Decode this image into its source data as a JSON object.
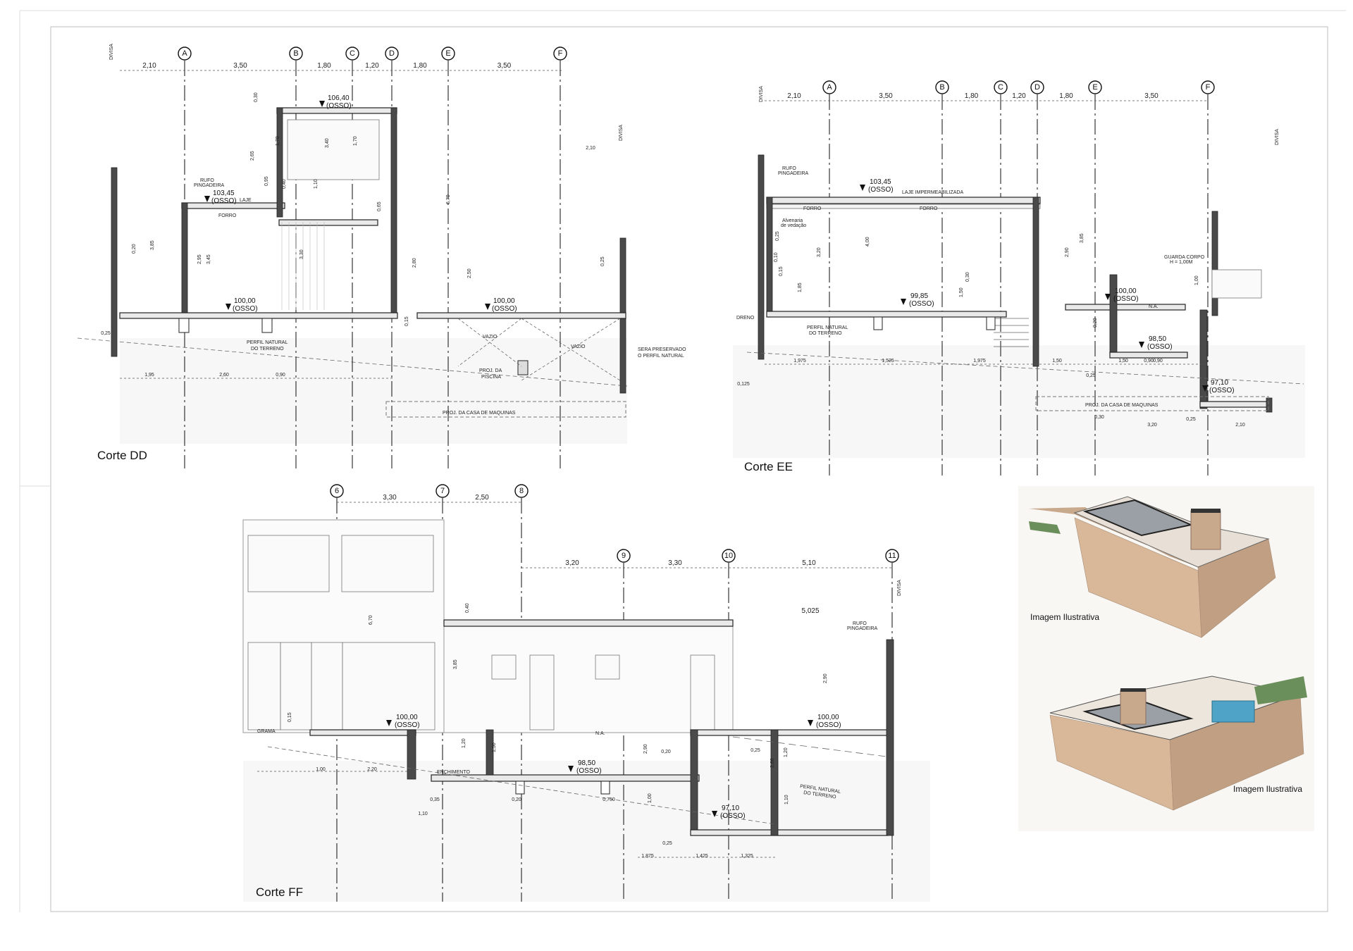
{
  "sections": {
    "dd": {
      "title": "Corte DD",
      "grid": [
        "A",
        "B",
        "C",
        "D",
        "E",
        "F"
      ],
      "top_dims": [
        "2,10",
        "3,50",
        "1,80",
        "1,20",
        "1,80",
        "3,50"
      ],
      "levels": [
        {
          "value": "106,40",
          "note": "(OSSO)"
        },
        {
          "value": "103,45",
          "note": "(OSSO)"
        },
        {
          "value": "100,00",
          "note": "(OSSO)"
        },
        {
          "value": "100,00",
          "note": "(OSSO)"
        }
      ],
      "labels": [
        "DIVISA",
        "RUFO\nPINGADEIRA",
        "LAJE",
        "FORRO",
        "PERFIL NATURAL\nDO TERRENO",
        "VAZIO",
        "VAZIO",
        "SERA PRESERVADO\nO PERFIL NATURAL",
        "PROJ. DA\nPISCINA",
        "PROJ. DA CASA DE MAQUINAS",
        "DIVISA"
      ],
      "vert_dims": [
        "0,20",
        "3,85",
        "2,95",
        "3,45",
        "3,40",
        "1,70",
        "1,70",
        "2,65",
        "0,95",
        "1,10",
        "3,30",
        "0,65",
        "2,80",
        "6,70",
        "2,50",
        "0,25",
        "0,30",
        "0,40",
        "0,15"
      ],
      "bottom_dims": [
        "1,95",
        "2,60",
        "0,90",
        "2,10",
        "0,25"
      ]
    },
    "ee": {
      "title": "Corte EE",
      "grid": [
        "A",
        "B",
        "C",
        "D",
        "E",
        "F"
      ],
      "top_dims": [
        "2,10",
        "3,50",
        "1,80",
        "1,20",
        "1,80",
        "3,50"
      ],
      "levels": [
        {
          "value": "103,45",
          "note": "(OSSO)"
        },
        {
          "value": "99,85",
          "note": "(OSSO)"
        },
        {
          "value": "100,00",
          "note": "(OSSO)"
        },
        {
          "value": "98,50",
          "note": "(OSSO)"
        },
        {
          "value": "97,10",
          "note": "(OSSO)"
        }
      ],
      "labels": [
        "DIVISA",
        "RUFO\nPINGADEIRA",
        "LAJE IMPERMEABILIZADA",
        "FORRO",
        "FORRO",
        "Alvenaria\nde vedação",
        "DRENO",
        "PERFIL NATURAL\nDO TERRENO",
        "GUARDA CORPO\nH = 1,00M",
        "N.A.",
        "PROJ. DA CASA DE MAQUINAS",
        "DIVISA"
      ],
      "vert_dims": [
        "3,20",
        "4,00",
        "3,85",
        "2,90",
        "0,25",
        "0,10",
        "0,15",
        "1,85",
        "1,50",
        "0,30",
        "0,20",
        "1,00"
      ],
      "bottom_dims": [
        "1,975",
        "1,525",
        "1,975",
        "1,50",
        "1,50",
        "0,90",
        "0,90",
        "0,25",
        "0,125",
        "3,20",
        "0,25",
        "2,10",
        "0,30"
      ]
    },
    "ff": {
      "title": "Corte FF",
      "grid": [
        "6",
        "7",
        "8",
        "9",
        "10",
        "11"
      ],
      "top_dims": [
        "3,30",
        "2,50",
        "3,20",
        "3,30",
        "5,10",
        "5,025"
      ],
      "levels": [
        {
          "value": "100,00",
          "note": "(OSSO)"
        },
        {
          "value": "98,50",
          "note": "(OSSO)"
        },
        {
          "value": "100,00",
          "note": "(OSSO)"
        },
        {
          "value": "97,10",
          "note": "(OSSO)"
        }
      ],
      "labels": [
        "GRAMA",
        "ENCHIMENTO",
        "N.A.",
        "PERFIL NATURAL\nDO TERRENO",
        "RUFO\nPINGADEIRA",
        "DIVISA"
      ],
      "vert_dims": [
        "6,70",
        "3,85",
        "2,90",
        "0,40",
        "0,15",
        "1,20",
        "1,50",
        "2,90",
        "2,60",
        "1,20",
        "1,10",
        "1,00"
      ],
      "bottom_dims": [
        "1,00",
        "2,20",
        "1,10",
        "0,35",
        "0,20",
        "0,750",
        "0,25",
        "1,875",
        "1,425",
        "1,325",
        "0,20",
        "0,25"
      ]
    }
  },
  "renders": [
    {
      "caption": "Imagem Ilustrativa"
    },
    {
      "caption": "Imagem Ilustrativa"
    }
  ]
}
